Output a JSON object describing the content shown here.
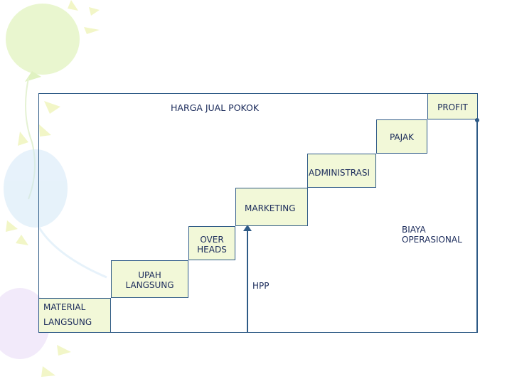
{
  "diagram": {
    "title": "HARGA JUAL POKOK",
    "steps": {
      "material": {
        "line1": "MATERIAL",
        "line2": "LANGSUNG"
      },
      "upah": {
        "line1": "UPAH",
        "line2": "LANGSUNG"
      },
      "overheads": {
        "line1": "OVER",
        "line2": "HEADS"
      },
      "marketing": "MARKETING",
      "administrasi": "ADMINISTRASI",
      "pajak": "PAJAK",
      "profit": "PROFIT"
    },
    "hpp_label": "HPP",
    "biaya_label": {
      "line1": "BIAYA",
      "line2": "OPERASIONAL"
    }
  },
  "colors": {
    "line": "#2e5a86",
    "box_fill": "#f2f8d8"
  }
}
